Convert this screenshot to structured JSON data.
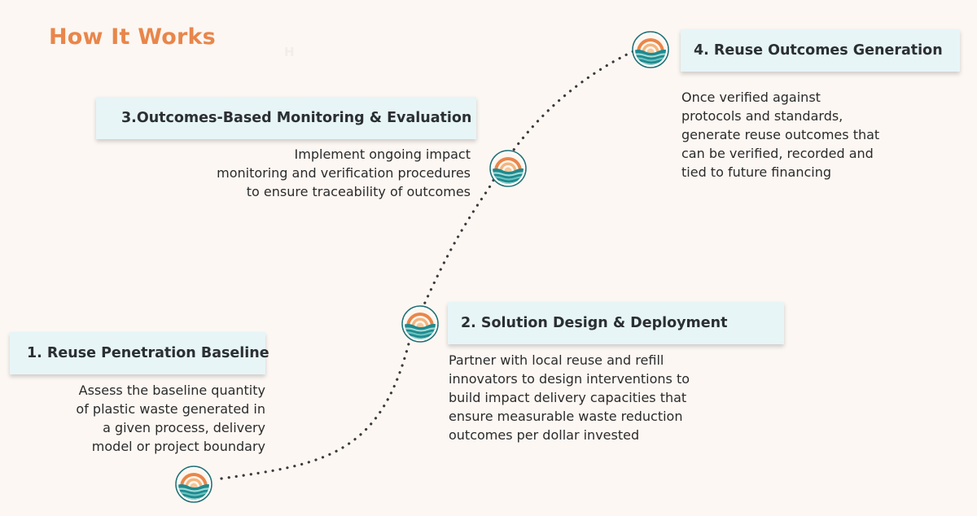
{
  "page": {
    "title": "How It Works",
    "faint_mark": "H"
  },
  "steps": [
    {
      "label": "1. Reuse Penetration Baseline",
      "description": [
        "Assess the baseline quantity",
        "of plastic waste generated in",
        "a given process, delivery",
        "model or project boundary"
      ]
    },
    {
      "label": "2. Solution Design & Deployment",
      "description": [
        "Partner with local reuse and refill",
        "innovators to design interventions to",
        "build impact delivery capacities that",
        "ensure measurable waste reduction",
        "outcomes per dollar invested"
      ]
    },
    {
      "label": "3.Outcomes-Based Monitoring & Evaluation",
      "description": [
        "Implement ongoing impact",
        "monitoring and verification procedures",
        "to ensure traceability  of outcomes"
      ]
    },
    {
      "label": "4. Reuse Outcomes Generation",
      "description": [
        "Once verified against",
        "protocols and standards,",
        "generate reuse outcomes that",
        "can be verified, recorded and",
        "tied to future financing"
      ]
    }
  ],
  "colors": {
    "title": "#e9864a",
    "box_fill": "#e7f5f7",
    "sun_orange": "#e9864a",
    "sun_light": "#f3b57e",
    "wave_teal": "#1f8a8f",
    "wave_light": "#6cc3c1",
    "dots": "#3a3a3a"
  },
  "icons": [
    "sun-wave-logo-icon"
  ]
}
